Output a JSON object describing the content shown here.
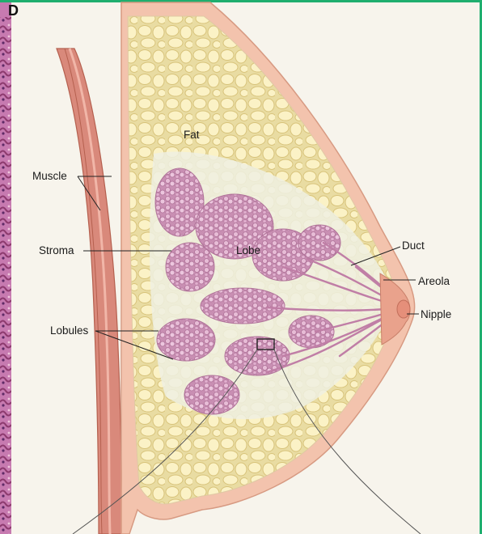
{
  "panel": {
    "letter": "D"
  },
  "labels": {
    "fat": "Fat",
    "muscle": "Muscle",
    "stroma": "Stroma",
    "lobe": "Lobe",
    "duct": "Duct",
    "areola": "Areola",
    "nipple": "Nipple",
    "lobules": "Lobules"
  },
  "colors": {
    "border_accent": "#1fae6e",
    "skin": "#efb7a0",
    "fat": "#f4e7b1",
    "lobule": "#d9a0c4",
    "histology": "#a54f83"
  }
}
